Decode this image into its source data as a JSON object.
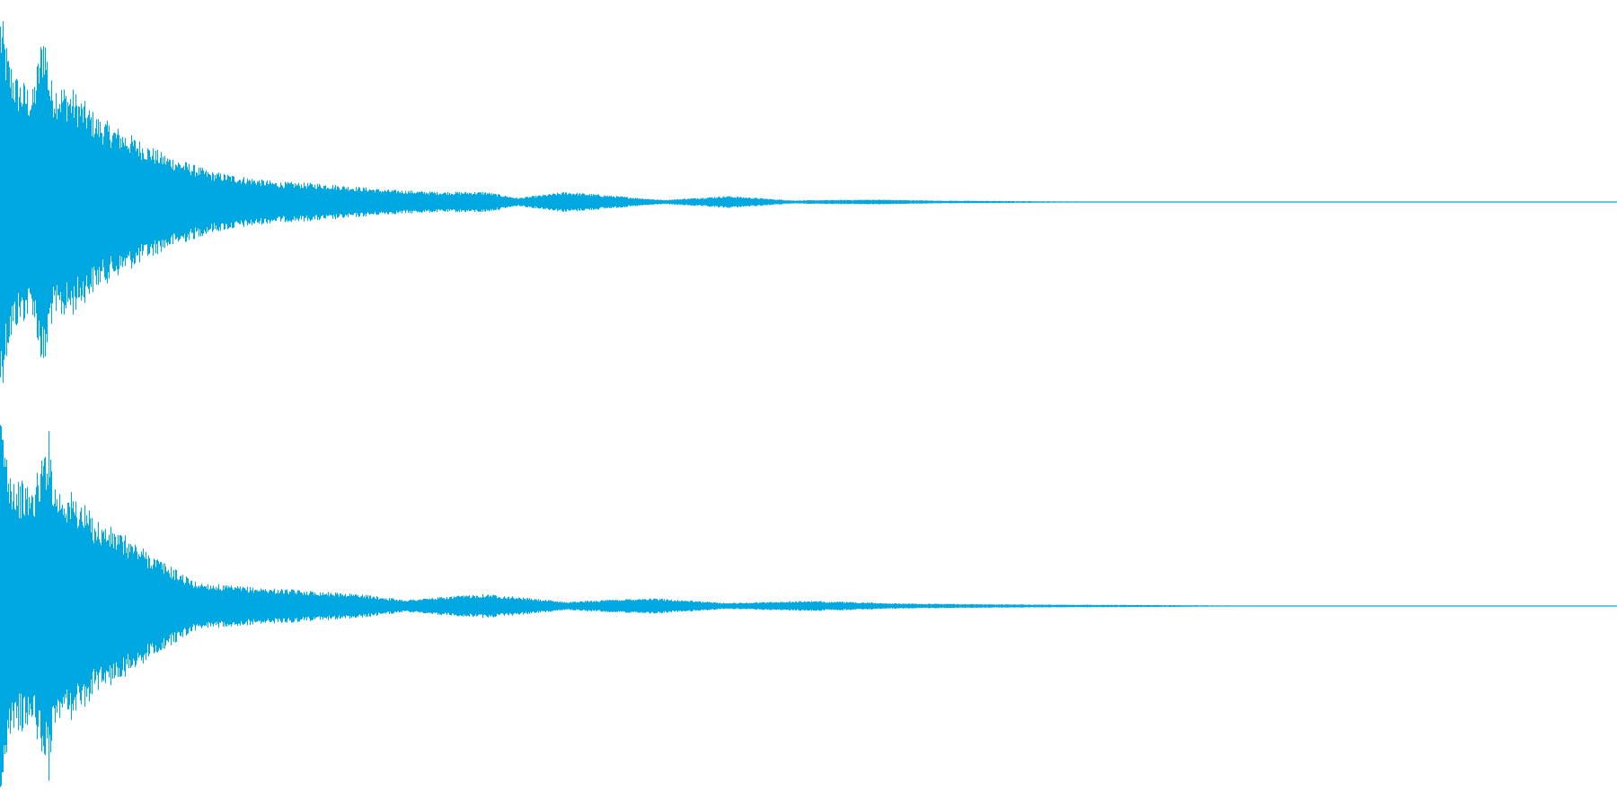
{
  "waveform": {
    "color": "#00a8e1",
    "background": "#ffffff",
    "channels": [
      {
        "name": "",
        "peak_amplitude": 0.96,
        "envelope": [
          [
            0.0,
            0.95
          ],
          [
            0.005,
            0.72
          ],
          [
            0.01,
            0.62
          ],
          [
            0.02,
            0.55
          ],
          [
            0.027,
            0.88
          ],
          [
            0.031,
            0.6
          ],
          [
            0.045,
            0.55
          ],
          [
            0.06,
            0.42
          ],
          [
            0.08,
            0.33
          ],
          [
            0.1,
            0.24
          ],
          [
            0.13,
            0.15
          ],
          [
            0.17,
            0.1
          ],
          [
            0.2,
            0.09
          ],
          [
            0.24,
            0.06
          ],
          [
            0.27,
            0.05
          ],
          [
            0.3,
            0.05
          ],
          [
            0.32,
            0.02
          ],
          [
            0.35,
            0.05
          ],
          [
            0.38,
            0.03
          ],
          [
            0.41,
            0.01
          ],
          [
            0.45,
            0.03
          ],
          [
            0.49,
            0.008
          ],
          [
            0.54,
            0.012
          ],
          [
            0.58,
            0.007
          ],
          [
            0.62,
            0.005
          ],
          [
            0.66,
            0.003
          ],
          [
            0.7,
            0.002
          ],
          [
            1.0,
            0.0
          ]
        ]
      },
      {
        "name": "",
        "peak_amplitude": 0.96,
        "envelope": [
          [
            0.0,
            0.95
          ],
          [
            0.005,
            0.72
          ],
          [
            0.01,
            0.62
          ],
          [
            0.02,
            0.58
          ],
          [
            0.03,
            0.85
          ],
          [
            0.034,
            0.6
          ],
          [
            0.045,
            0.55
          ],
          [
            0.06,
            0.42
          ],
          [
            0.08,
            0.33
          ],
          [
            0.1,
            0.22
          ],
          [
            0.12,
            0.12
          ],
          [
            0.14,
            0.1
          ],
          [
            0.18,
            0.08
          ],
          [
            0.22,
            0.06
          ],
          [
            0.25,
            0.03
          ],
          [
            0.3,
            0.06
          ],
          [
            0.35,
            0.02
          ],
          [
            0.4,
            0.04
          ],
          [
            0.45,
            0.015
          ],
          [
            0.5,
            0.025
          ],
          [
            0.56,
            0.012
          ],
          [
            0.62,
            0.008
          ],
          [
            0.68,
            0.006
          ],
          [
            0.72,
            0.005
          ],
          [
            0.75,
            0.003
          ],
          [
            1.0,
            0.0
          ]
        ]
      }
    ]
  }
}
